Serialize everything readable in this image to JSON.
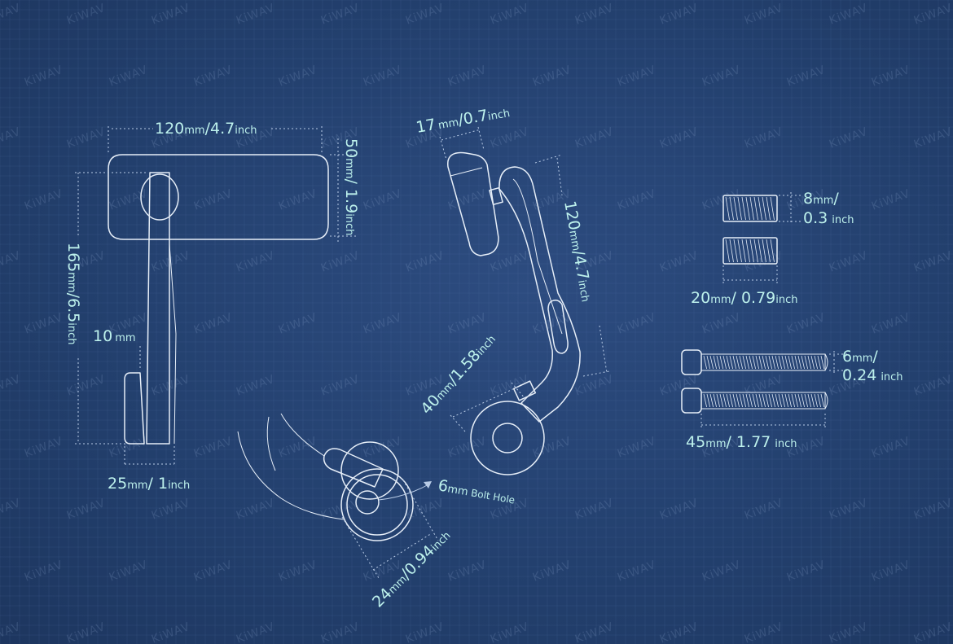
{
  "watermark": "KiWAV",
  "colors": {
    "background": "#24406f",
    "lines": "#e6eef8",
    "labels": "#bdf1ec"
  },
  "icons": [
    "mirror-front-view",
    "mirror-side-view",
    "clamp-detail",
    "set-screw",
    "bolt"
  ],
  "front_view": {
    "width": {
      "value": "120",
      "unit": "mm",
      "sep": "/",
      "value2": "4.7",
      "unit2": "inch"
    },
    "head_height": {
      "value": "50",
      "unit": "mm",
      "sep": "/ ",
      "value2": "1.9",
      "unit2": "inch"
    },
    "total_height": {
      "value": "165",
      "unit": "mm",
      "sep": "/",
      "value2": "6.5",
      "unit2": "inch"
    },
    "gap": {
      "value": "10",
      "unit": "mm"
    },
    "base_width": {
      "value": "25",
      "unit": "mm",
      "sep": "/ ",
      "value2": "1",
      "unit2": "inch"
    }
  },
  "side_view": {
    "head_depth": {
      "value": "17",
      "unit": "mm",
      "sep": "/",
      "value2": "0.7",
      "unit2": "inch"
    },
    "arm_length": {
      "value": "120",
      "unit": "mm",
      "sep": "/",
      "value2": "4.7",
      "unit2": "inch"
    },
    "lower_length": {
      "value": "40",
      "unit": "mm",
      "sep": "/",
      "value2": "1.58",
      "unit2": "inch"
    }
  },
  "clamp": {
    "bolt_hole": {
      "value": "6",
      "unit": "mm",
      "text": " Bolt Hole"
    },
    "diameter": {
      "value": "24",
      "unit": "mm",
      "sep": "/",
      "value2": "0.94",
      "unit2": "inch"
    }
  },
  "set_screw": {
    "diameter": {
      "value": "8",
      "unit": "mm",
      "sep": "/",
      "value2": "0.3",
      "unit2": "inch"
    },
    "length": {
      "value": "20",
      "unit": "mm",
      "sep": "/ ",
      "value2": "0.79",
      "unit2": "inch"
    }
  },
  "bolt": {
    "diameter": {
      "value": "6",
      "unit": "mm",
      "sep": "/",
      "value2": "0.24",
      "unit2": "inch"
    },
    "length": {
      "value": "45",
      "unit": "mm",
      "sep": "/ ",
      "value2": "1.77",
      "unit2": "inch"
    }
  }
}
